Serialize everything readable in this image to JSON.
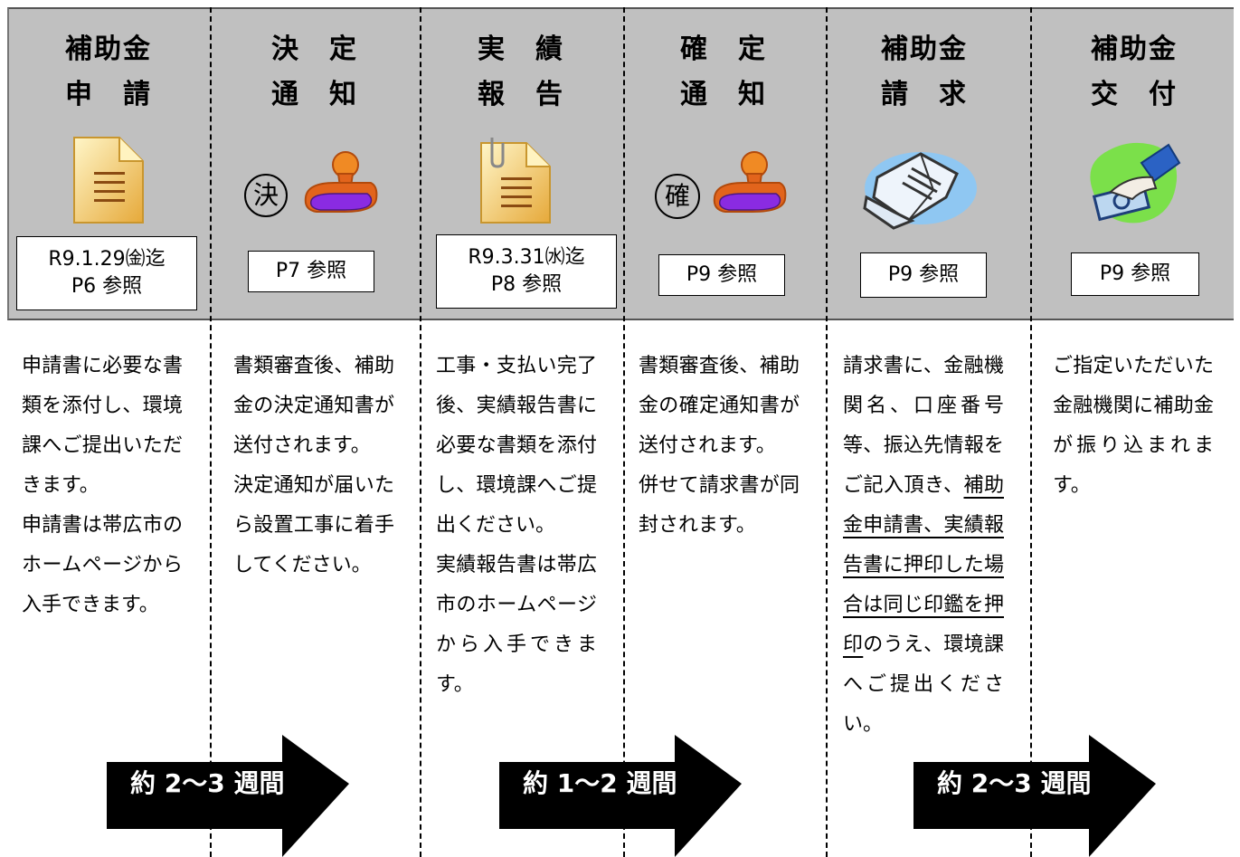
{
  "steps": [
    {
      "title1": "補助金",
      "title2": "申　請",
      "icon": "document-icon",
      "box1": "R9.1.29㈮迄",
      "box2": "P6 参照",
      "desc": [
        "申請書に必要な書類を添付し、環境課へご提出いただきます。",
        "申請書は帯広市のホームページから入手できます。"
      ]
    },
    {
      "title1": "決　定",
      "title2": "通　知",
      "icon": "stamp-icon",
      "seal": "決",
      "box1": "P7 参照",
      "desc": [
        "書類審査後、補助金の決定通知書が送付されます。",
        "決定通知が届いたら設置工事に着手してください。"
      ]
    },
    {
      "title1": "実　績",
      "title2": "報　告",
      "icon": "clipped-document-icon",
      "box1": "R9.3.31㈬迄",
      "box2": "P8 参照",
      "desc": [
        "工事・支払い完了後、実績報告書に必要な書類を添付し、環境課へご提出ください。",
        "実績報告書は帯広市のホームページから入手できます。"
      ]
    },
    {
      "title1": "確　定",
      "title2": "通　知",
      "icon": "stamp-icon",
      "seal": "確",
      "box1": "P9 参照",
      "desc": [
        "書類審査後、補助金の確定通知書が送付されます。",
        "併せて請求書が同封されます。"
      ]
    },
    {
      "title1": "補助金",
      "title2": "請　求",
      "icon": "invoice-icon",
      "box1": "P9 参照",
      "desc_a": "請求書に、金融機関名、口座番号等、振込先情報をご記入頂き、",
      "desc_u": "補助金申請書、実績報告書に押印した場合は同じ印鑑を押印",
      "desc_b": "のうえ、環境課へご提出ください。"
    },
    {
      "title1": "補助金",
      "title2": "交　付",
      "icon": "money-hand-icon",
      "box1": "P9 参照",
      "desc": [
        "ご指定いただいた金融機関に補助金が振り込まれます。"
      ]
    }
  ],
  "arrows": [
    {
      "label": "約 2～3 週間"
    },
    {
      "label": "約 1～2 週間"
    },
    {
      "label": "約 2～3 週間"
    }
  ],
  "colors": {
    "header_band": "#c0c0c0",
    "arrow": "#000000",
    "stamp_body": "#e2641c",
    "stamp_pad": "#8a2be2",
    "document": "#f6d36b"
  }
}
